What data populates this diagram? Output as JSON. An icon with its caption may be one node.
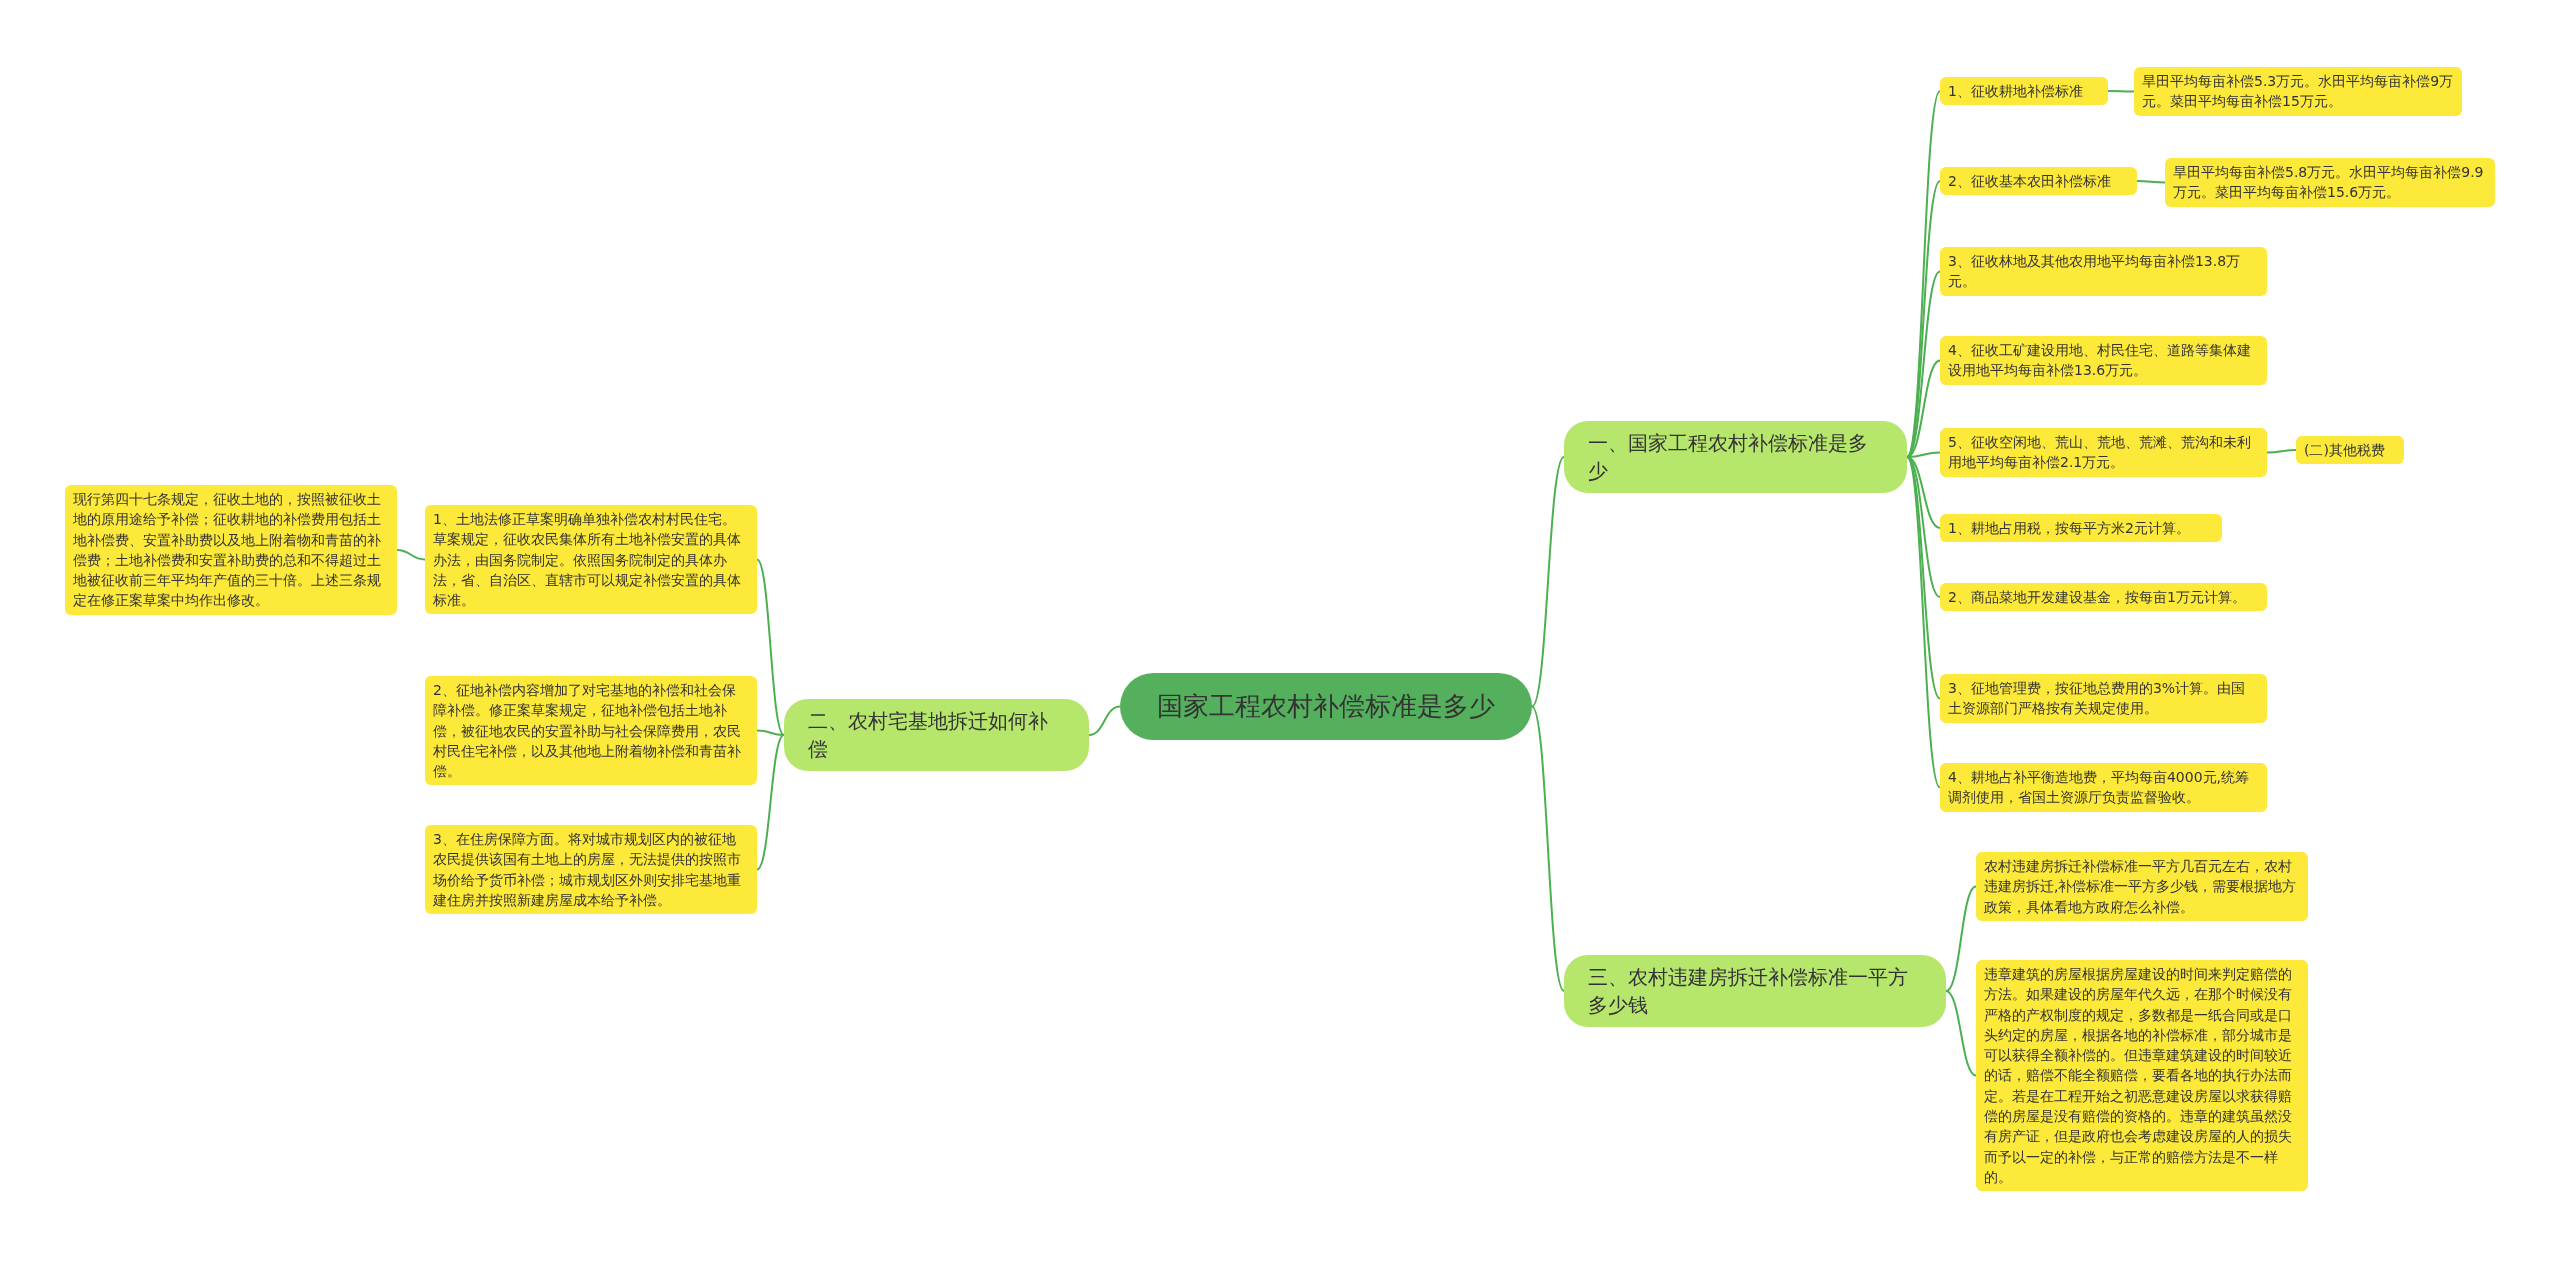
{
  "diagram": {
    "nodes": [
      {
        "text": [
          "国家工程农村补偿标准是多少"
        ]
      },
      {
        "text": [
          "一、国家工程农村补偿标准是多少"
        ]
      },
      {
        "text": [
          "1、征收耕地补偿标准"
        ]
      },
      {
        "text": [
          "旱田平均每亩补偿5.3万元。水田平均每亩补偿9万元。菜田平均每亩补偿15万元。"
        ]
      },
      {
        "text": [
          "2、征收基本农田补偿标准"
        ]
      },
      {
        "text": [
          "旱田平均每亩补偿5.8万元。水田平均每亩补偿9.9万元。菜田平均每亩补偿15.6万元。"
        ]
      },
      {
        "text": [
          "3、征收林地及其他农用地平均每亩补偿13.8万元。"
        ]
      },
      {
        "text": [
          "4、征收工矿建设用地、村民住宅、道路等集体建设用地平均每亩补偿13.6万元。"
        ]
      },
      {
        "text": [
          "5、征收空闲地、荒山、荒地、荒滩、荒沟和未利用地平均每亩补偿2.1万元。"
        ]
      },
      {
        "text": [
          "(二)其他税费"
        ]
      },
      {
        "text": [
          "1、耕地占用税，按每平方米2元计算。"
        ]
      },
      {
        "text": [
          "2、商品菜地开发建设基金，按每亩1万元计算。"
        ]
      },
      {
        "text": [
          "3、征地管理费，按征地总费用的3%计算。由国土资源部门严格按有关规定使用。"
        ]
      },
      {
        "text": [
          "4、耕地占补平衡造地费，平均每亩4000元,统筹调剂使用，省国土资源厅负责监督验收。"
        ]
      },
      {
        "text": [
          "二、农村宅基地拆迁如何补偿"
        ]
      },
      {
        "text": [
          "1、土地法修正草案明确单独补偿农村村民住宅。草案规定，征收农民集体所有土地补偿安置的具体办法，由国务院制定。依照国务院制定的具体办法，省、自治区、直辖市可以规定补偿安置的具体标准。"
        ]
      },
      {
        "text": [
          "现行第四十七条规定，征收土地的，按照被征收土地的原用途给予补偿；征收耕地的补偿费用包括土地补偿费、安置补助费以及地上附着物和青苗的补偿费；土地补偿费和安置补助费的总和不得超过土地被征收前三年平均年产值的三十倍。上述三条规定在修正案草案中均作出修改。"
        ]
      },
      {
        "text": [
          "2、征地补偿内容增加了对宅基地的补偿和社会保障补偿。修正案草案规定，征地补偿包括土地补偿，被征地农民的安置补助与社会保障费用，农民村民住宅补偿，以及其他地上附着物补偿和青苗补偿。"
        ]
      },
      {
        "text": [
          "3、在住房保障方面。将对城市规划区内的被征地农民提供该国有土地上的房屋，无法提供的按照市场价给予货币补偿；城市规划区外则安排宅基地重建住房并按照新建房屋成本给予补偿。"
        ]
      },
      {
        "text": [
          "三、农村违建房拆迁补偿标准一平方多少钱"
        ]
      },
      {
        "text": [
          "农村违建房拆迁补偿标准一平方几百元左右，农村违建房拆迁,补偿标准一平方多少钱，需要根据地方政策，具体看地方政府怎么补偿。"
        ]
      },
      {
        "text": [
          "违章建筑的房屋根据房屋建设的时间来判定赔偿的方法。如果建设的房屋年代久远，在那个时候没有严格的产权制度的规定，多数都是一纸合同或是口头约定的房屋，根据各地的补偿标准，部分城市是可以获得全额补偿的。但违章建筑建设的时间较近的话，赔偿不能全额赔偿，要看各地的执行办法而定。若是在工程开始之初恶意建设房屋以求获得赔偿的房屋是没有赔偿的资格的。违章的建筑虽然没有房产证，但是政府也会考虑建设房屋的人的损失而予以一定的补偿，与正常的赔偿方法是不一样的。"
        ]
      }
    ],
    "edges": [
      {
        "from": 0,
        "to": 1,
        "arrow": "none"
      },
      {
        "from": 1,
        "to": 2,
        "arrow": "none"
      },
      {
        "from": 2,
        "to": 3,
        "arrow": "none"
      },
      {
        "from": 1,
        "to": 4,
        "arrow": "none"
      },
      {
        "from": 4,
        "to": 5,
        "arrow": "none"
      },
      {
        "from": 1,
        "to": 6,
        "arrow": "none"
      },
      {
        "from": 1,
        "to": 7,
        "arrow": "none"
      },
      {
        "from": 1,
        "to": 8,
        "arrow": "none"
      },
      {
        "from": 8,
        "to": 9,
        "arrow": "none"
      },
      {
        "from": 1,
        "to": 10,
        "arrow": "none"
      },
      {
        "from": 1,
        "to": 11,
        "arrow": "none"
      },
      {
        "from": 1,
        "to": 12,
        "arrow": "none"
      },
      {
        "from": 1,
        "to": 13,
        "arrow": "none"
      },
      {
        "from": 0,
        "to": 14,
        "arrow": "none"
      },
      {
        "from": 14,
        "to": 15,
        "arrow": "none"
      },
      {
        "from": 15,
        "to": 16,
        "arrow": "none"
      },
      {
        "from": 14,
        "to": 17,
        "arrow": "none"
      },
      {
        "from": 14,
        "to": 18,
        "arrow": "none"
      },
      {
        "from": 0,
        "to": 19,
        "arrow": "none"
      },
      {
        "from": 19,
        "to": 20,
        "arrow": "none"
      },
      {
        "from": 19,
        "to": 21,
        "arrow": "none"
      }
    ]
  }
}
